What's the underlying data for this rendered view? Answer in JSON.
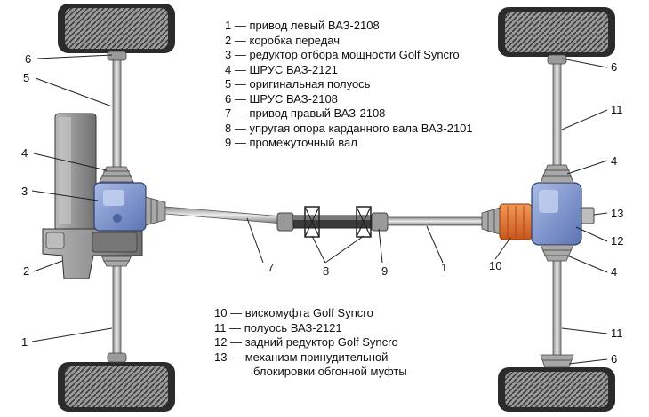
{
  "legend_top": [
    {
      "num": "1",
      "text": "привод левый ВАЗ-2108"
    },
    {
      "num": "2",
      "text": "коробка передач"
    },
    {
      "num": "3",
      "text": "редуктор отбора мощности Golf Syncro"
    },
    {
      "num": "4",
      "text": "ШРУС ВАЗ-2121"
    },
    {
      "num": "5",
      "text": "оригинальная полуось"
    },
    {
      "num": "6",
      "text": "ШРУС ВАЗ-2108"
    },
    {
      "num": "7",
      "text": "привод правый ВАЗ-2108"
    },
    {
      "num": "8",
      "text": "упругая опора карданного вала ВАЗ-2101"
    },
    {
      "num": "9",
      "text": "промежуточный вал"
    }
  ],
  "legend_bottom": [
    {
      "num": "10",
      "text": "вискомуфта Golf Syncro"
    },
    {
      "num": "11",
      "text": "полуось ВАЗ-2121"
    },
    {
      "num": "12",
      "text": "задний редуктор Golf Syncro"
    },
    {
      "num": "13",
      "text": "механизм принудительной"
    },
    {
      "num": "",
      "text": "блокировки обгонной муфты"
    }
  ],
  "dash": "—",
  "callouts": {
    "c1_left": "1",
    "c1_mid": "1",
    "c2": "2",
    "c3": "3",
    "c4_left": "4",
    "c4_right_top": "4",
    "c4_right_bot": "4",
    "c5": "5",
    "c6_left": "6",
    "c6_right_top": "6",
    "c6_right_bot": "6",
    "c7": "7",
    "c8": "8",
    "c9": "9",
    "c10": "10",
    "c11_top": "11",
    "c11_bot": "11",
    "c12": "12",
    "c13": "13"
  },
  "colors": {
    "gearbox_blue": "#7f95cc",
    "gearbox_gray": "#8e8e8e",
    "viscous_orange": "#e0702a",
    "tire_dark": "#2b2b2b",
    "tire_light": "#b5b5b5",
    "shaft_gray": "#c8c8c8"
  }
}
